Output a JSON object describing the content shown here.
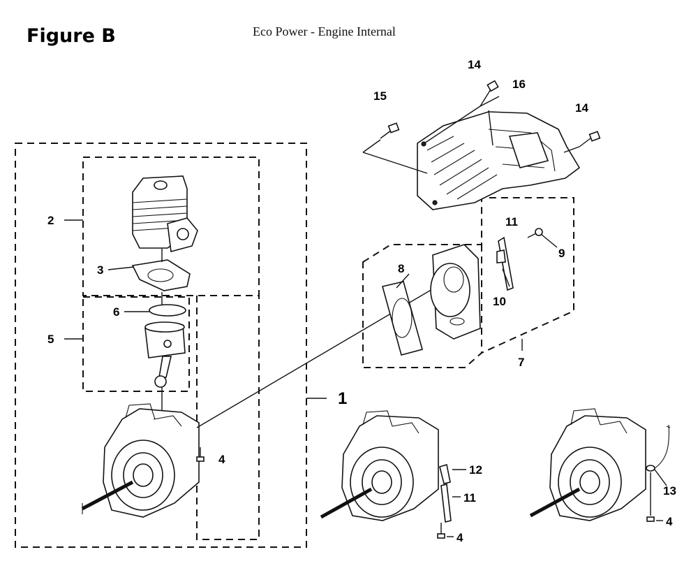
{
  "figure_label": "Figure B",
  "title": "Eco Power - Engine Internal",
  "callouts": {
    "c1": "1",
    "c2": "2",
    "c3": "3",
    "c4a": "4",
    "c4b": "4",
    "c4c": "4",
    "c5": "5",
    "c6": "6",
    "c7": "7",
    "c8": "8",
    "c9": "9",
    "c10": "10",
    "c11a": "11",
    "c11b": "11",
    "c12": "12",
    "c13": "13",
    "c14a": "14",
    "c14b": "14",
    "c15": "15",
    "c16": "16"
  }
}
